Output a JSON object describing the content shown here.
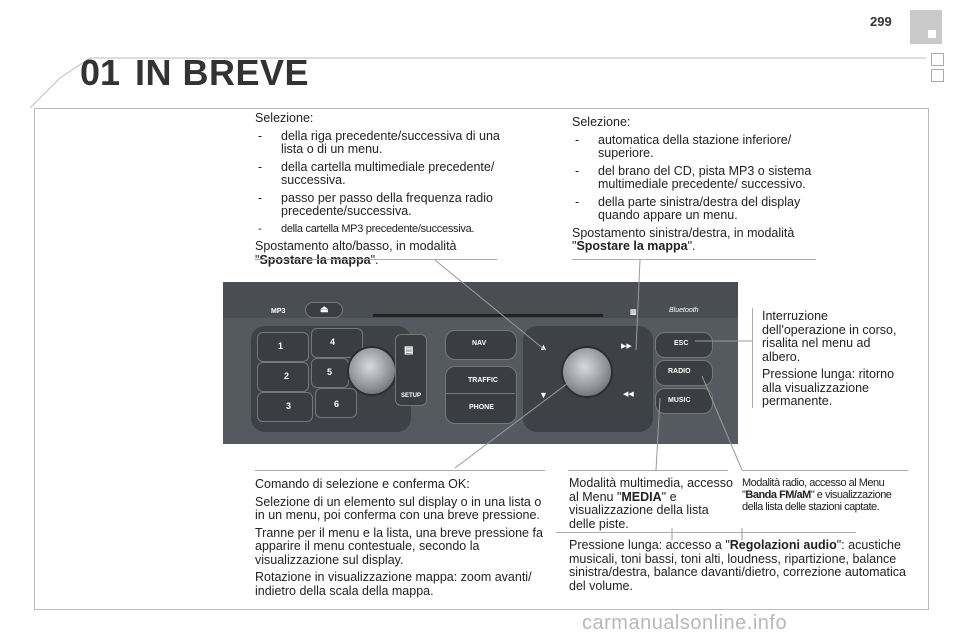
{
  "page_number": "299",
  "section_number": "01",
  "section_title": "IN BREVE",
  "top_left": {
    "heading": "Selezione:",
    "items": [
      "della riga precedente/successiva di una lista o di un menu.",
      "della cartella multimediale precedente/ successiva.",
      "passo per passo della frequenza radio precedente/successiva.",
      "della cartella MP3 precedente/successiva."
    ],
    "note_prefix": "Spostamento alto/basso, in modalità \"",
    "note_bold": "Spostare la mappa",
    "note_suffix": "\"."
  },
  "top_right": {
    "heading": "Selezione:",
    "items": [
      "automatica della stazione inferiore/ superiore.",
      "del brano del CD, pista MP3 o sistema multimediale precedente/ successivo.",
      "della parte sinistra/destra del display quando appare un menu."
    ],
    "note_prefix": "Spostamento sinistra/destra, in modalità \"",
    "note_bold": "Spostare la mappa",
    "note_suffix": "\"."
  },
  "right_side": {
    "p1": "Interruzione dell'operazione in corso, risalita nel menu ad albero.",
    "p2": "Pressione lunga: ritorno alla visualizzazione permanente."
  },
  "bottom_left": {
    "p1": "Comando di selezione e conferma OK:",
    "p2": "Selezione di un elemento sul display o in una lista o in un menu, poi conferma con una breve pressione.",
    "p3": "Tranne per il menu e la lista, una breve pressione fa apparire il menu contestuale, secondo la visualizzazione sul display.",
    "p4": "Rotazione in visualizzazione mappa: zoom avanti/ indietro della scala della mappa."
  },
  "bottom_mid": {
    "prefix": "Modalità multimedia, accesso al Menu \"",
    "bold": "MEDIA",
    "suffix": "\" e visualizzazione della lista delle piste."
  },
  "bottom_right": {
    "prefix": "Modalità radio, accesso al Menu \"",
    "bold": "Banda FM/aM",
    "suffix": "\" e visualizzazione della lista delle stazioni captate."
  },
  "bottom_long": {
    "prefix": "Pressione lunga: accesso a \"",
    "bold": "Regolazioni audio",
    "suffix": "\": acustiche musicali, toni bassi, toni alti, loudness, ripartizione, balance sinistra/destra, balance davanti/dietro, correzione automatica del volume."
  },
  "panel": {
    "mp3": "MP3",
    "eject": "⏏",
    "bluetooth": "Bluetooth",
    "nums": [
      "1",
      "2",
      "3",
      "4",
      "5",
      "6"
    ],
    "setup": "SETUP",
    "nav": "NAV",
    "traffic": "TRAFFIC",
    "phone": "PHONE",
    "esc": "ESC",
    "radio": "RADIO",
    "music": "MUSIC",
    "up": "▲",
    "down": "▼",
    "next": "▶▶",
    "prev": "◀◀"
  },
  "watermark": "carmanualsonline.info"
}
